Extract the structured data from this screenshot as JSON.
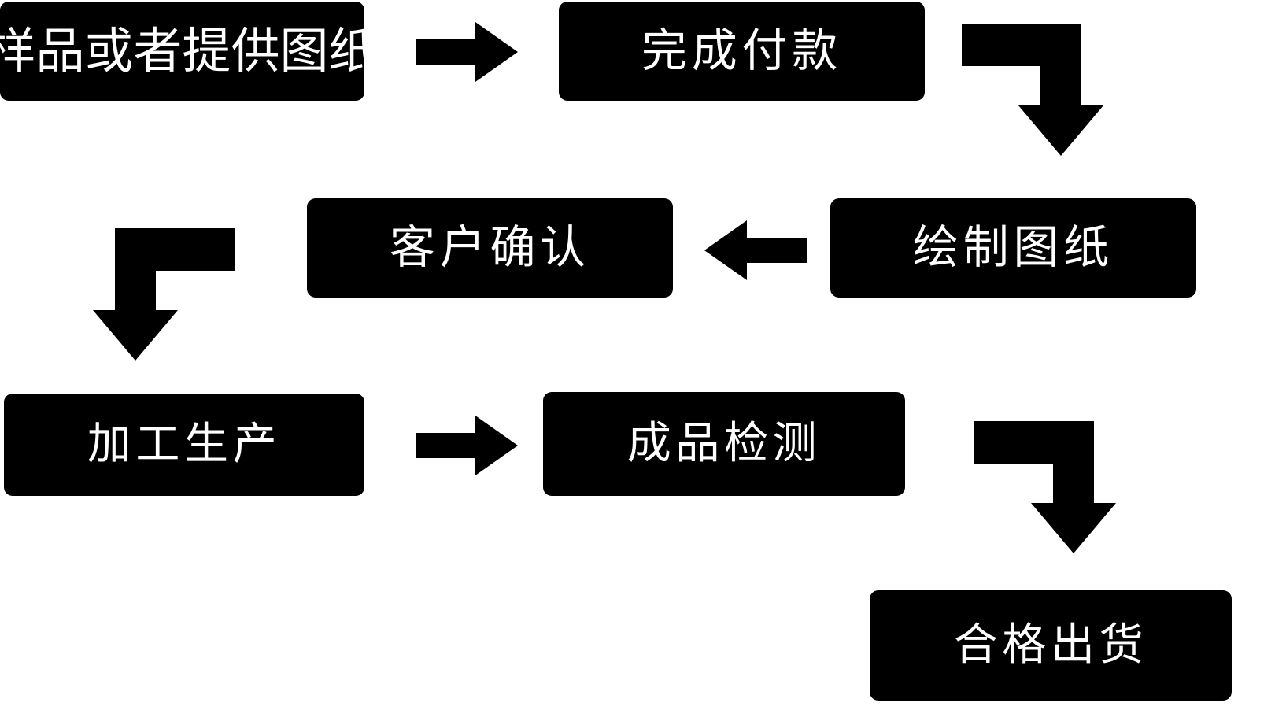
{
  "diagram": {
    "title": "",
    "background_color": "#ffffff",
    "node_fill_color": "#000000",
    "node_text_color": "#ffffff",
    "arrow_color": "#000000",
    "type": "flowchart",
    "nodes": [
      {
        "id": "sample",
        "label": "样品或者提供图纸",
        "order": 1
      },
      {
        "id": "payment",
        "label": "完成付款",
        "order": 2
      },
      {
        "id": "drawing",
        "label": "绘制图纸",
        "order": 3
      },
      {
        "id": "confirm",
        "label": "客户确认",
        "order": 4
      },
      {
        "id": "production",
        "label": "加工生产",
        "order": 5
      },
      {
        "id": "inspection",
        "label": "成品检测",
        "order": 6
      },
      {
        "id": "shipping",
        "label": "合格出货",
        "order": 7
      }
    ],
    "edges": [
      {
        "from": "sample",
        "to": "payment",
        "icon": "arrow-right-icon",
        "direction": "right"
      },
      {
        "from": "payment",
        "to": "drawing",
        "icon": "arrow-elbow-down-icon",
        "direction": "right-then-down"
      },
      {
        "from": "drawing",
        "to": "confirm",
        "icon": "arrow-left-icon",
        "direction": "left"
      },
      {
        "from": "confirm",
        "to": "production",
        "icon": "arrow-elbow-down-icon",
        "direction": "left-then-down"
      },
      {
        "from": "production",
        "to": "inspection",
        "icon": "arrow-right-icon",
        "direction": "right"
      },
      {
        "from": "inspection",
        "to": "shipping",
        "icon": "arrow-elbow-down-icon",
        "direction": "right-then-down"
      }
    ]
  }
}
